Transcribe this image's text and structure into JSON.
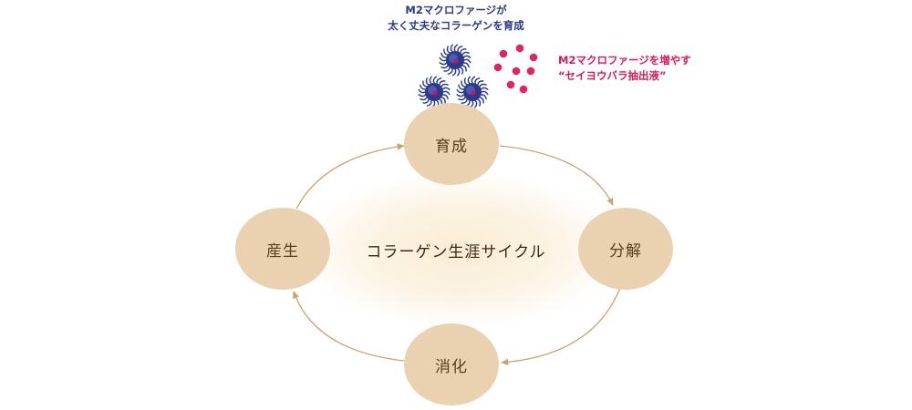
{
  "diagram": {
    "center_label": "コラーゲン生涯サイクル",
    "nodes": {
      "top": "育成",
      "right": "分解",
      "bottom": "消化",
      "left": "産生"
    },
    "annotations": {
      "m2_line1": "M2マクロファージが",
      "m2_line2": "太く丈夫なコラーゲンを育成",
      "extract_line1": "M2マクロファージを増やす",
      "extract_line2": "“セイヨウバラ抽出液”"
    },
    "colors": {
      "node_fill": "#ead2b0",
      "arrow": "#c9a36e",
      "macrophage": "#2b3a8c",
      "macrophage_core": "#c2185b",
      "extract_dots": "#e0245e",
      "m2_text": "#2c3a86",
      "extract_text": "#d81b57"
    }
  }
}
